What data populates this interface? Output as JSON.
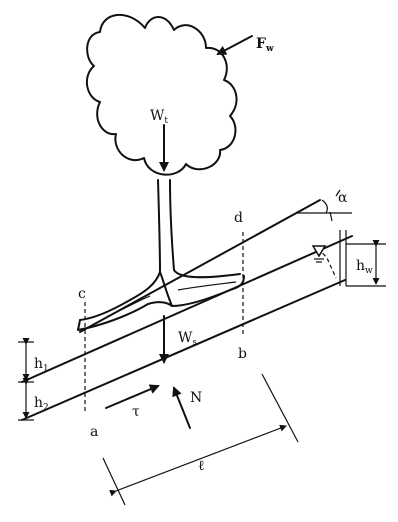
{
  "labels": {
    "Fw_main": "F",
    "Fw_sub": "w",
    "Wt_main": "W",
    "Wt_sub": "t",
    "Ws_main": "W",
    "Ws_sub": "s",
    "alpha": "α",
    "d": "d",
    "c": "c",
    "b": "b",
    "a": "a",
    "h1_main": "h",
    "h1_sub": "1",
    "h2_main": "h",
    "h2_sub": "2",
    "hw_main": "h",
    "hw_sub": "w",
    "tau": "τ",
    "N": "N",
    "ell": "ℓ"
  },
  "colors": {
    "ink": "#111111",
    "background": "#ffffff"
  }
}
